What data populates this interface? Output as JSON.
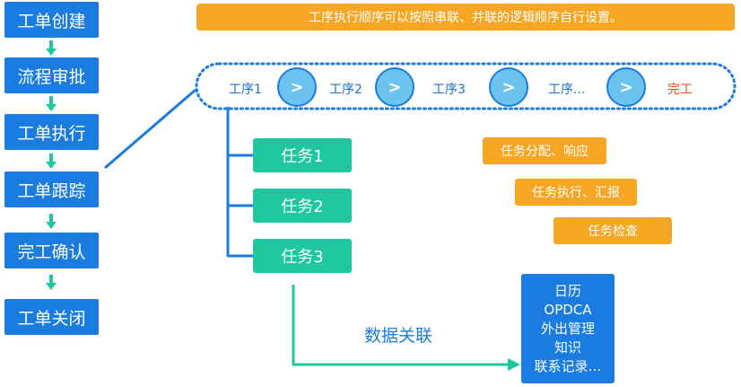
{
  "banner_text": "工序执行顺序可以按照串联、并联的逻辑顺序自行设置。",
  "steps": [
    "工单创建",
    "流程审批",
    "工单执行",
    "工单跟踪",
    "完工确认",
    "工单关闭"
  ],
  "process": {
    "items": [
      "工序1",
      "工序2",
      "工序3",
      "工序..."
    ],
    "done_label": "完工",
    "arrow_glyph": ">"
  },
  "tasks": [
    "任务1",
    "任务2",
    "任务3"
  ],
  "tags": [
    "任务分配、响应",
    "任务执行、汇报",
    "任务检查"
  ],
  "association_label": "数据关联",
  "related": [
    "日历",
    "OPDCA",
    "外出管理",
    "知识",
    "联系记录…"
  ],
  "colors": {
    "blue": "#1a7be0",
    "teal": "#1ec7a0",
    "orange": "#f5a623",
    "done_red": "#e0531b",
    "light_blue": "#6cc3f0"
  }
}
